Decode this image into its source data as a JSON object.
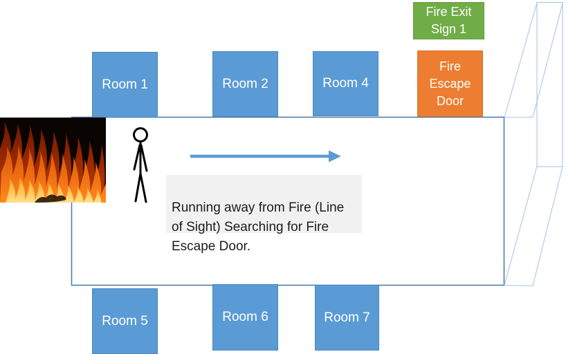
{
  "rooms_top": [
    {
      "label": "Room 1"
    },
    {
      "label": "Room 2"
    },
    {
      "label": "Room 4"
    }
  ],
  "rooms_bottom": [
    {
      "label": "Room 5"
    },
    {
      "label": "Room 6"
    },
    {
      "label": "Room 7"
    }
  ],
  "signs": {
    "fire_exit_sign": "Fire Exit\nSign 1",
    "fire_escape_door": "Fire\nEscape\nDoor"
  },
  "caption": "Running away from Fire (Line\nof Sight) Searching for Fire\nEscape Door.",
  "icons": {
    "fire_image": "fire-photo",
    "person": "stick-figure-icon",
    "arrow": "line-of-sight-arrow",
    "exit_door": "perspective-exit-door"
  },
  "colors": {
    "room_blue": "#5B9BD5",
    "sign_green": "#70AD47",
    "door_orange": "#ED7D31",
    "arrow_blue": "#5B9BD5",
    "corridor_border": "#4f7dab",
    "door_outline": "#A8C7E7",
    "caption_bg": "#F1F1F1",
    "label_text": "#FFFFFF",
    "caption_text": "#1B1B1B"
  }
}
